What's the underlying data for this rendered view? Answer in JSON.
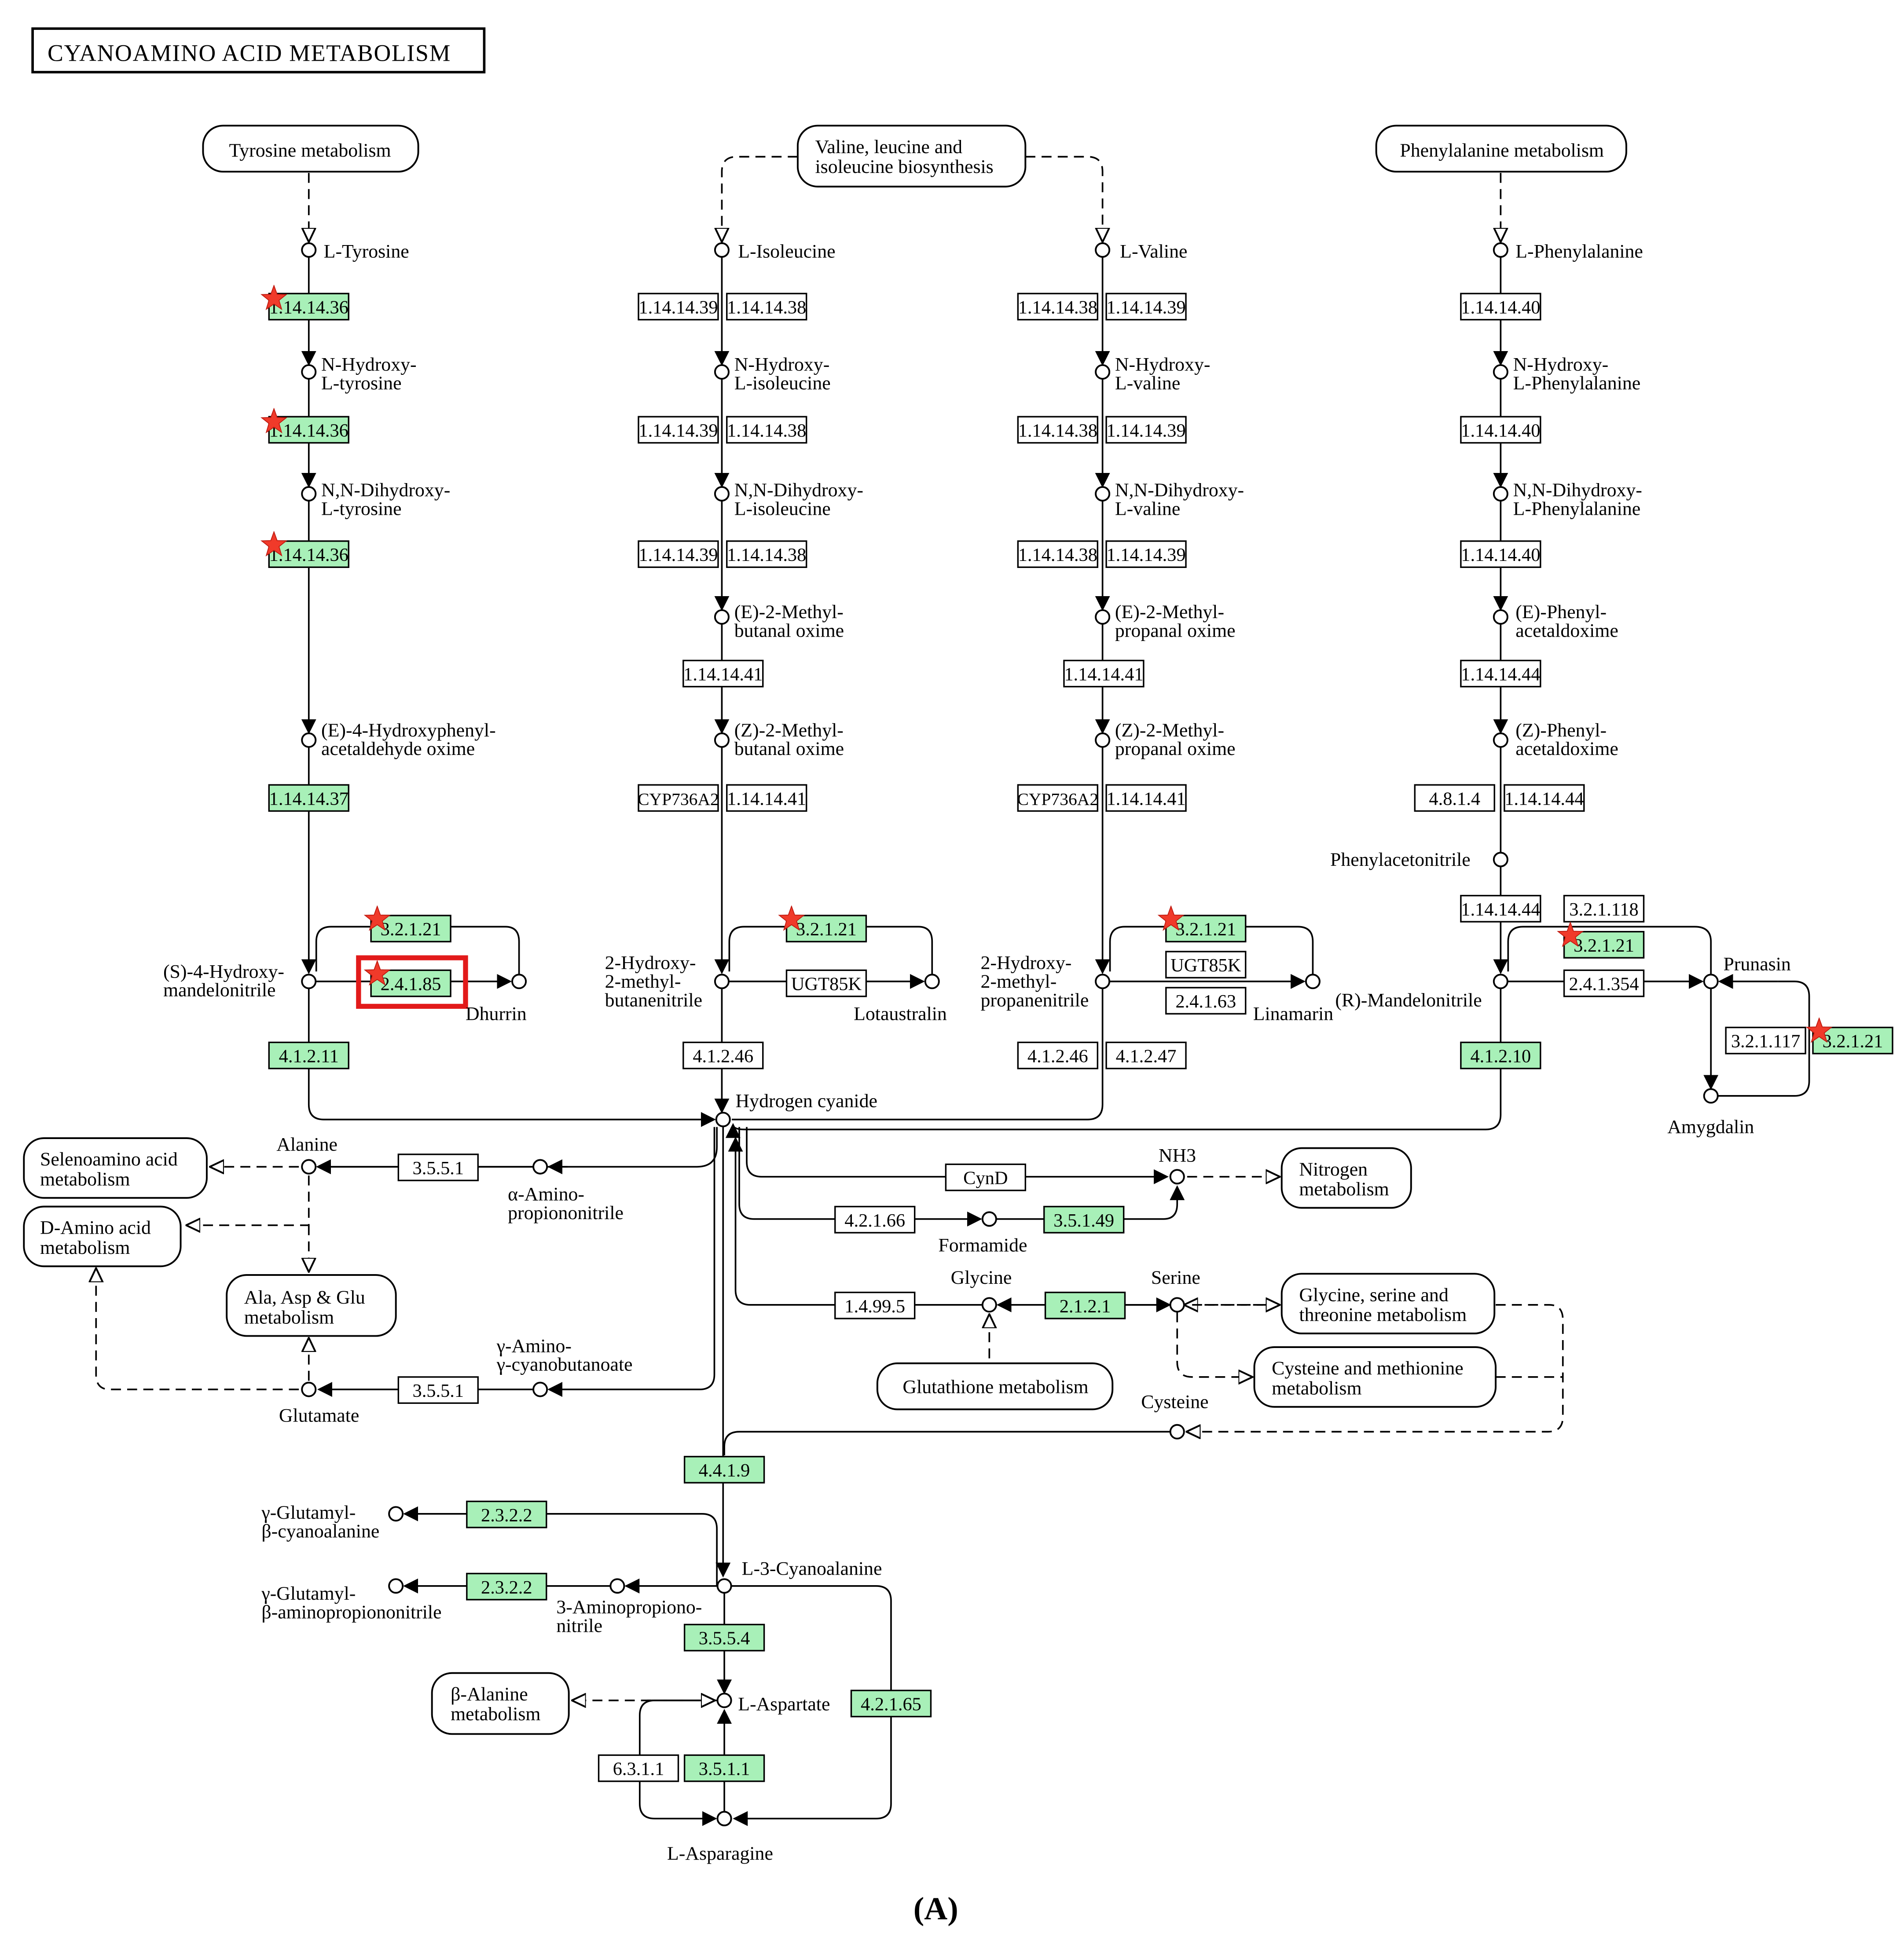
{
  "title": "CYANOAMINO ACID METABOLISM",
  "caption": "(A)",
  "colors": {
    "enzyme_found": "#a8f0b8",
    "enzyme_plain": "#ffffff",
    "highlight_box": "#e21a1a",
    "star": "#f03a2a",
    "line": "#000000"
  },
  "pathways": {
    "tyrosine": "Tyrosine metabolism",
    "valine": [
      "Valine, leucine and",
      "isoleucine biosynthesis"
    ],
    "phenylalanine": "Phenylalanine metabolism",
    "selenoamino": [
      "Selenoamino acid",
      "metabolism"
    ],
    "d_amino": [
      "D-Amino acid",
      "metabolism"
    ],
    "ala_asp_glu": [
      "Ala, Asp & Glu",
      "metabolism"
    ],
    "nitrogen": [
      "Nitrogen",
      "metabolism"
    ],
    "glycine_serine": [
      "Glycine, serine and",
      "threonine metabolism"
    ],
    "cysteine_methionine": [
      "Cysteine and methionine",
      "metabolism"
    ],
    "glutathione": "Glutathione metabolism",
    "b_alanine": [
      "β-Alanine",
      "metabolism"
    ]
  },
  "compounds": {
    "l_tyrosine": "L-Tyrosine",
    "n_hydroxy_tyr": [
      "N-Hydroxy-",
      "L-tyrosine"
    ],
    "nn_dihydroxy_tyr": [
      "N,N-Dihydroxy-",
      "L-tyrosine"
    ],
    "e_4_hydroxyphenyl": [
      "(E)-4-Hydroxyphenyl-",
      "acetaldehyde oxime"
    ],
    "s_4_hydroxy_mandelonitrile": [
      "(S)-4-Hydroxy-",
      "mandelonitrile"
    ],
    "dhurrin": "Dhurrin",
    "l_isoleucine": "L-Isoleucine",
    "n_hydroxy_ile": [
      "N-Hydroxy-",
      "L-isoleucine"
    ],
    "nn_dihydroxy_ile": [
      "N,N-Dihydroxy-",
      "L-isoleucine"
    ],
    "e_2_methyl_butanal": [
      "(E)-2-Methyl-",
      "butanal oxime"
    ],
    "z_2_methyl_butanal": [
      "(Z)-2-Methyl-",
      "butanal oxime"
    ],
    "hydroxy_methyl_butanenitrile": [
      "2-Hydroxy-",
      "2-methyl-",
      "butanenitrile"
    ],
    "lotaustralin": "Lotaustralin",
    "l_valine": "L-Valine",
    "n_hydroxy_val": [
      "N-Hydroxy-",
      "L-valine"
    ],
    "nn_dihydroxy_val": [
      "N,N-Dihydroxy-",
      "L-valine"
    ],
    "e_2_methyl_propanal": [
      "(E)-2-Methyl-",
      "propanal oxime"
    ],
    "z_2_methyl_propanal": [
      "(Z)-2-Methyl-",
      "propanal oxime"
    ],
    "hydroxy_methyl_propanenitrile": [
      "2-Hydroxy-",
      "2-methyl-",
      "propanenitrile"
    ],
    "linamarin": "Linamarin",
    "l_phenylalanine": "L-Phenylalanine",
    "n_hydroxy_phe": [
      "N-Hydroxy-",
      "L-Phenylalanine"
    ],
    "nn_dihydroxy_phe": [
      "N,N-Dihydroxy-",
      "L-Phenylalanine"
    ],
    "e_phenyl_acetaldoxime": [
      "(E)-Phenyl-",
      "acetaldoxime"
    ],
    "z_phenyl_acetaldoxime": [
      "(Z)-Phenyl-",
      "acetaldoxime"
    ],
    "phenylacetonitrile": "Phenylacetonitrile",
    "r_mandelonitrile": "(R)-Mandelonitrile",
    "prunasin": "Prunasin",
    "amygdalin": "Amygdalin",
    "hydrogen_cyanide": "Hydrogen cyanide",
    "alanine": "Alanine",
    "a_aminopropiononitrile": [
      "α-Amino-",
      "propiononitrile"
    ],
    "g_amino_g_cyanobutanoate": [
      "γ-Amino-",
      "γ-cyanobutanoate"
    ],
    "glutamate": "Glutamate",
    "nh3": "NH3",
    "formamide": "Formamide",
    "glycine": "Glycine",
    "serine": "Serine",
    "cysteine": "Cysteine",
    "g_glutamyl_b_cyanoalanine": [
      "γ-Glutamyl-",
      "β-cyanoalanine"
    ],
    "g_glutamyl_b_aminopropiononitrile": [
      "γ-Glutamyl-",
      "β-aminopropiononitrile"
    ],
    "aminopropiononitrile_3": [
      "3-Aminopropiono-",
      "nitrile"
    ],
    "l_3_cyanoalanine": "L-3-Cyanoalanine",
    "l_aspartate": "L-Aspartate",
    "l_asparagine": "L-Asparagine"
  },
  "enzymes": {
    "tyr1": "1.14.14.36",
    "tyr2": "1.14.14.36",
    "tyr3": "1.14.14.36",
    "tyr4": "1.14.14.37",
    "tyr_gluc": "3.2.1.21",
    "tyr_gt": "2.4.1.85",
    "tyr_lyase": "4.1.2.11",
    "ile1a": "1.14.14.39",
    "ile1b": "1.14.14.38",
    "ile2a": "1.14.14.39",
    "ile2b": "1.14.14.38",
    "ile3a": "1.14.14.39",
    "ile3b": "1.14.14.38",
    "ile4": "1.14.14.41",
    "ile5a": "CYP736A2",
    "ile5b": "1.14.14.41",
    "ile_gluc": "3.2.1.21",
    "ile_ugt": "UGT85K",
    "ile_lyase": "4.1.2.46",
    "val1a": "1.14.14.38",
    "val1b": "1.14.14.39",
    "val2a": "1.14.14.38",
    "val2b": "1.14.14.39",
    "val3a": "1.14.14.38",
    "val3b": "1.14.14.39",
    "val4": "1.14.14.41",
    "val5a": "CYP736A2",
    "val5b": "1.14.14.41",
    "val_gluc": "3.2.1.21",
    "val_ugt": "UGT85K",
    "val_gt": "2.4.1.63",
    "val_lyase_a": "4.1.2.46",
    "val_lyase_b": "4.1.2.47",
    "phe1": "1.14.14.40",
    "phe2": "1.14.14.40",
    "phe3": "1.14.14.40",
    "phe4": "1.14.14.44",
    "phe5a": "4.8.1.4",
    "phe5b": "1.14.14.44",
    "phe6": "1.14.14.44",
    "phe_118": "3.2.1.118",
    "phe_gluc": "3.2.1.21",
    "phe_gt": "2.4.1.354",
    "phe_117": "3.2.1.117",
    "phe_gluc2": "3.2.1.21",
    "phe_lyase": "4.1.2.10",
    "ala_nitrilase": "3.5.5.1",
    "glu_nitrilase": "3.5.5.1",
    "cynd": "CynD",
    "hydratase": "4.2.1.66",
    "formamidase": "3.5.1.49",
    "gly_enzyme": "1.4.99.5",
    "shmt": "2.1.2.1",
    "cas": "4.4.1.9",
    "ggt1": "2.3.2.2",
    "ggt2": "2.3.2.2",
    "nit4": "3.5.5.4",
    "hydratase2": "4.2.1.65",
    "asn_synth": "6.3.1.1",
    "asparaginase": "3.5.1.1"
  }
}
